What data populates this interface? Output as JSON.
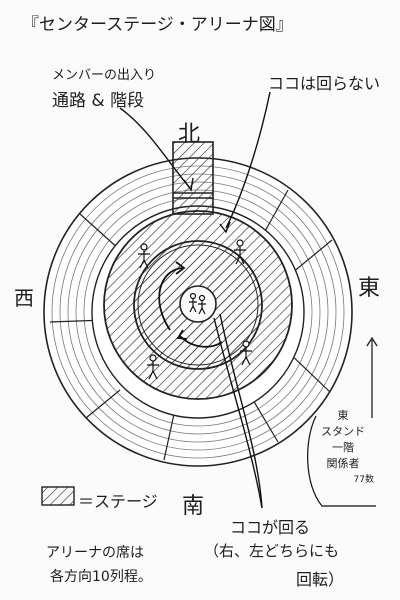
{
  "title": "『センターステージ・アリーナ図』",
  "notes": {
    "member_line1": "メンバーの出入り",
    "member_line2": "通路 & 階段",
    "fixed": "ココは回らない",
    "rotating": "ココが回る",
    "rotating_detail": "（右、左どちらにも",
    "rotating_detail2": "回転）",
    "arena_rows_line1": "アリーナの席は",
    "arena_rows_line2": "各方向10列程。"
  },
  "directions": {
    "north": "北",
    "west": "西",
    "east": "東",
    "south": "南"
  },
  "legend": {
    "label": "＝ステージ"
  },
  "east_stand": {
    "line1": "東",
    "line2": "スタンド",
    "line3": "一階",
    "line4": "関係者",
    "line5": "77数"
  }
}
